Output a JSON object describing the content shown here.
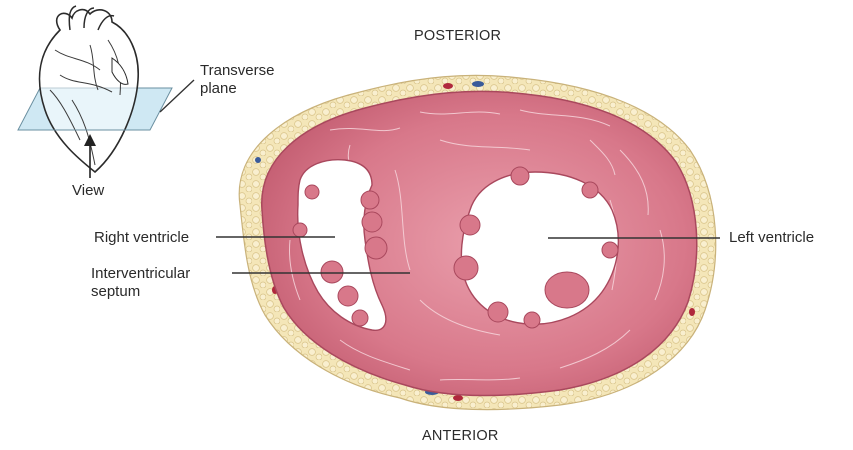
{
  "orientation": {
    "posterior": "POSTERIOR",
    "anterior": "ANTERIOR"
  },
  "labels": {
    "transverse_plane": "Transverse\nplane",
    "view": "View",
    "right_ventricle": "Right ventricle",
    "interventricular_septum": "Interventricular\nseptum",
    "left_ventricle": "Left ventricle"
  },
  "colors": {
    "myocardium": "#d8788a",
    "myocardium_dark": "#b85468",
    "epicardial_fat": "#f2e3b0",
    "plane_fill": "#bfe0ef",
    "leader_line": "#333333"
  }
}
